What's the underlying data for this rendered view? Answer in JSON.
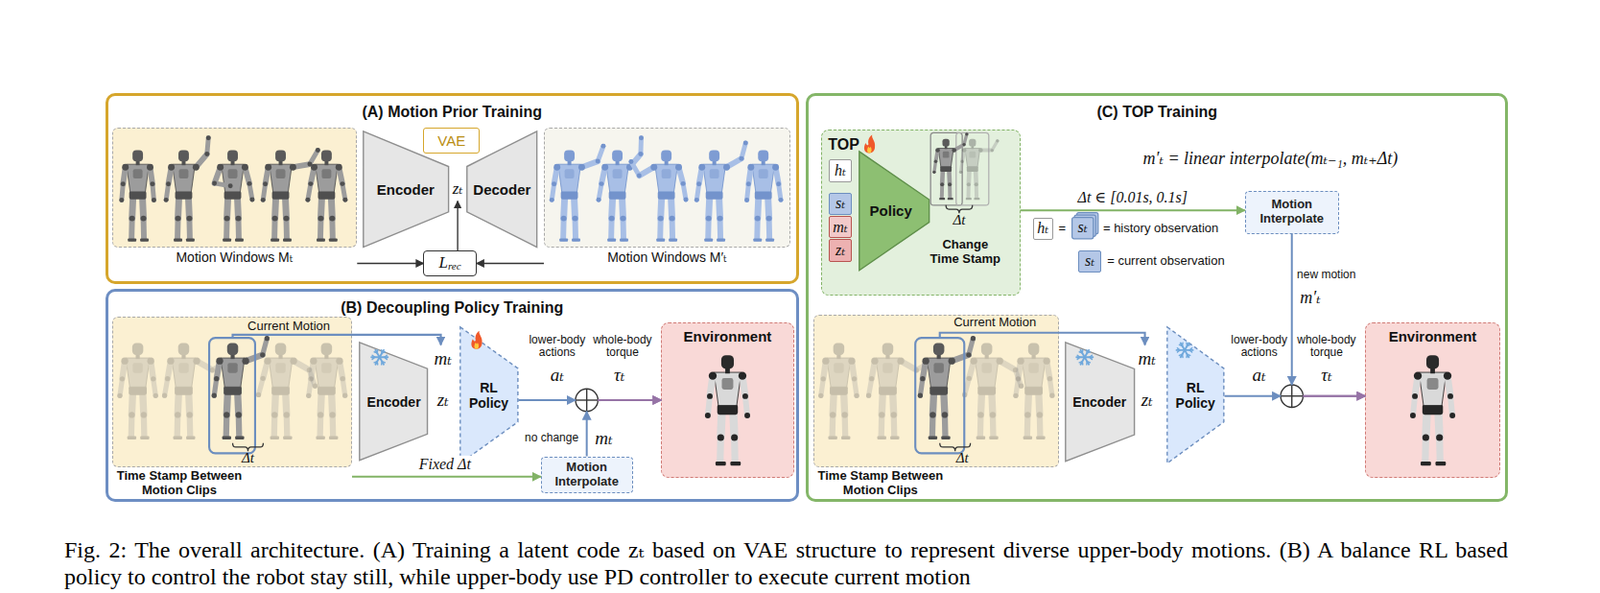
{
  "diagram": {
    "caption": "Fig. 2: The overall architecture. (A) Training a latent code zₜ based on VAE structure to represent diverse upper-body motions. (B) A balance RL based policy to control the robot stay still, while upper-body use PD controller to execute current motion",
    "nodes": [
      {
        "text": [
          "(A) Motion Prior Training"
        ]
      },
      {
        "text": [
          "Motion Windows Mₜ"
        ],
        "in": 0
      },
      {
        "text": [
          "Encoder"
        ],
        "in": 0
      },
      {
        "text": [
          "VAE"
        ],
        "in": 0
      },
      {
        "text": [
          "Decoder"
        ],
        "in": 0
      },
      {
        "text": [
          "Lrec"
        ],
        "in": 0
      },
      {
        "text": [
          "Motion Windows M′ₜ"
        ],
        "in": 0
      },
      {
        "text": [
          "(B) Decoupling Policy Training"
        ]
      },
      {
        "text": [
          "Time Stamp Between Motion Clips"
        ],
        "in": 7
      },
      {
        "text": [
          "Encoder"
        ],
        "in": 7
      },
      {
        "text": [
          "RL Policy"
        ],
        "in": 7
      },
      {
        "text": [
          "Motion Interpolate"
        ],
        "in": 7
      },
      {
        "text": [
          "Environment"
        ],
        "in": 7
      },
      {
        "text": [
          "(C) TOP Training"
        ]
      },
      {
        "text": [
          "TOP"
        ],
        "in": 13
      },
      {
        "text": [
          "hₜ"
        ],
        "in": 14
      },
      {
        "text": [
          "sₜ"
        ],
        "in": 14
      },
      {
        "text": [
          "mₜ"
        ],
        "in": 14
      },
      {
        "text": [
          "zₜ"
        ],
        "in": 14
      },
      {
        "text": [
          "Policy"
        ],
        "in": 14
      },
      {
        "text": [
          "hₜ"
        ],
        "in": 13
      },
      {
        "text": [
          "sₜ"
        ],
        "in": 13
      },
      {
        "text": [
          "sₜ"
        ],
        "in": 13
      },
      {
        "text": [
          "Motion Interpolate"
        ],
        "in": 13
      },
      {
        "text": [
          "Time Stamp Between Motion Clips"
        ],
        "in": 13
      },
      {
        "text": [
          "Encoder"
        ],
        "in": 13
      },
      {
        "text": [
          "RL Policy"
        ],
        "in": 13
      },
      {
        "text": [
          "Environment"
        ],
        "in": 13
      }
    ],
    "edges": [
      {
        "from": 1,
        "to": 5,
        "arrow": "to"
      },
      {
        "from": 6,
        "to": 5,
        "arrow": "to"
      },
      {
        "from": 8,
        "to": 11,
        "label": "Fixed Δt",
        "arrow": "to"
      },
      {
        "from": 10,
        "to": 12,
        "arrow": "to"
      },
      {
        "from": 11,
        "to": 12,
        "arrow": "to"
      },
      {
        "from": 14,
        "to": 23,
        "label": "Δt ∈ [0.01s, 0.1s]",
        "arrow": "to"
      },
      {
        "from": 26,
        "to": 27,
        "arrow": "to"
      },
      {
        "from": 23,
        "to": 27,
        "arrow": "to"
      }
    ],
    "labels": [
      "zₜ",
      "Current Motion",
      "Δt",
      "mₜ",
      "zₜ",
      "lower-body actions",
      "aₜ",
      "whole-body torque",
      "τₜ",
      "no change",
      "mₜ",
      "Δt",
      "Change Time Stamp",
      "m′ₜ = linear interpolate(mₜ₋₁, mₜ₊Δt)",
      "=",
      "= history observation",
      "= current observation",
      "new motion",
      "m′ₜ",
      "Current Motion",
      "Δt",
      "mₜ",
      "zₜ",
      "lower-body actions",
      "aₜ",
      "whole-body torque",
      "τₜ"
    ]
  }
}
